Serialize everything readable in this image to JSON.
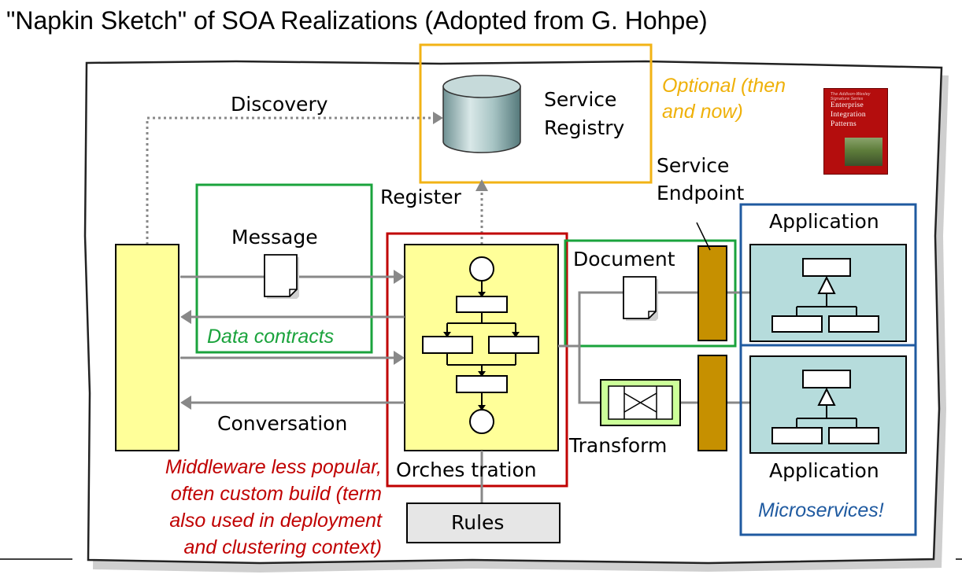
{
  "title": "\"Napkin Sketch\" of SOA Realizations (Adopted from G. Hohpe)",
  "labels": {
    "discovery": "Discovery",
    "service_registry": [
      "Service",
      "Registry"
    ],
    "optional": [
      "Optional (then",
      "and now)"
    ],
    "service_endpoint": [
      "Service",
      "Endpoint"
    ],
    "register": "Register",
    "message": "Message",
    "data_contracts": "Data contracts",
    "document": "Document",
    "application_top": "Application",
    "application_bottom": "Application",
    "conversation": "Conversation",
    "transform": "Transform",
    "orchestration": "Orches tration",
    "rules": "Rules",
    "middleware_note": [
      "Middleware less popular,",
      "often custom build (term",
      "also used in deployment",
      "and clustering context)"
    ],
    "microservices": "Microservices!"
  },
  "book": {
    "title_lines": [
      "Enterprise",
      "Integration",
      "Patterns"
    ],
    "color": "#b40d0d"
  },
  "colors": {
    "green": "#1aa33c",
    "red": "#c00000",
    "blue": "#1f5aa0",
    "yellow_box": "#f2b315",
    "orange_text": "#efb10a",
    "endpoint": "#c69000",
    "component": "#ffff99",
    "application_fill": "#b6dcdc",
    "rules_fill": "#e6e6e6",
    "connector": "#888888"
  }
}
